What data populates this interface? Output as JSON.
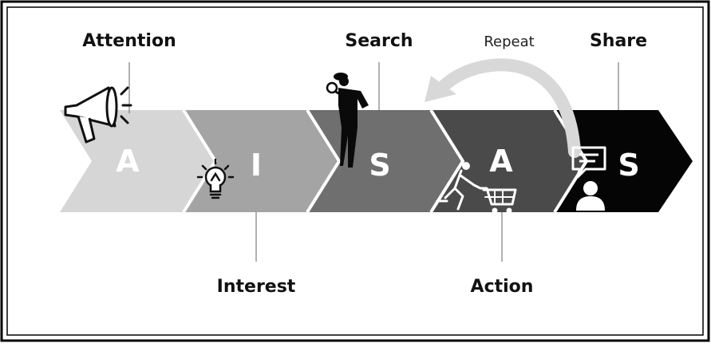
{
  "stages": [
    {
      "letter": "A",
      "label": "Attention",
      "icon": "megaphone-icon",
      "color": "#d6d6d6"
    },
    {
      "letter": "I",
      "label": "Interest",
      "icon": "lightbulb-icon",
      "color": "#a4a4a4"
    },
    {
      "letter": "S",
      "label": "Search",
      "icon": "detective-icon",
      "color": "#6f6f6f"
    },
    {
      "letter": "A",
      "label": "Action",
      "icon": "shopping-cart-icon",
      "color": "#4a4a4a"
    },
    {
      "letter": "S",
      "label": "Share",
      "icon": "chat-user-icon",
      "color": "#050505"
    }
  ],
  "repeat": {
    "label": "Repeat",
    "color": "#d8d8d8"
  },
  "colors": {
    "border": "#000000",
    "leader_line": "#666666"
  }
}
